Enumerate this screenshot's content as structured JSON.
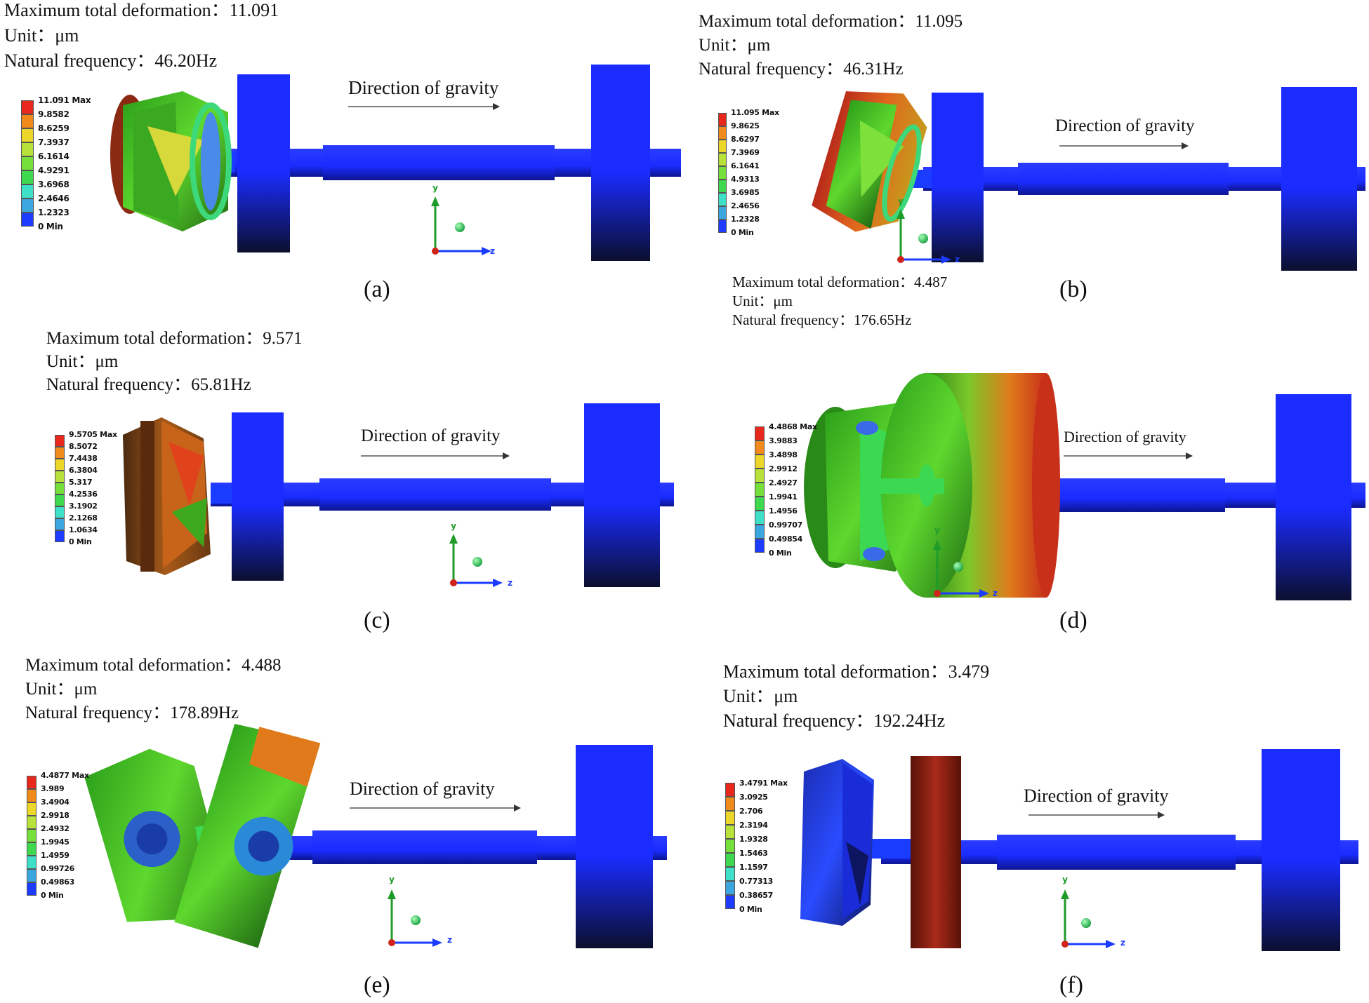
{
  "gravity_label": "Direction of gravity",
  "colors": {
    "shaft": "#1a2cff",
    "legend": [
      "#1e3cff",
      "#3aa7e0",
      "#3fe0c8",
      "#3ed94e",
      "#76e03a",
      "#b8e23a",
      "#ecd62a",
      "#f08a1a",
      "#e8281c"
    ]
  },
  "panels": [
    {
      "caption": "(a)",
      "info": {
        "max": "Maximum total deformation：11.091",
        "unit": "Unit：μm",
        "freq": "Natural frequency：46.20Hz"
      },
      "legend": [
        "11.091 Max",
        "9.8582",
        "8.6259",
        "7.3937",
        "6.1614",
        "4.9291",
        "3.6968",
        "2.4646",
        "1.2323",
        "0 Min"
      ],
      "axes": {
        "y": "y",
        "z": "z"
      }
    },
    {
      "caption": "(b)",
      "info": {
        "max": "Maximum total deformation：11.095",
        "unit": "Unit：μm",
        "freq": "Natural frequency：46.31Hz"
      },
      "legend": [
        "11.095 Max",
        "9.8625",
        "8.6297",
        "7.3969",
        "6.1641",
        "4.9313",
        "3.6985",
        "2.4656",
        "1.2328",
        "0 Min"
      ],
      "axes": {
        "y": "y",
        "z": "z"
      }
    },
    {
      "caption": "(c)",
      "info": {
        "max": "Maximum total deformation：9.571",
        "unit": "Unit：μm",
        "freq": "Natural frequency：65.81Hz"
      },
      "legend": [
        "9.5705 Max",
        "8.5072",
        "7.4438",
        "6.3804",
        "5.317",
        "4.2536",
        "3.1902",
        "2.1268",
        "1.0634",
        "0 Min"
      ],
      "axes": {
        "y": "y",
        "z": "z"
      }
    },
    {
      "caption": "(d)",
      "info": {
        "max": "Maximum total deformation：4.487",
        "unit": "Unit：μm",
        "freq": "Natural frequency：176.65Hz"
      },
      "legend": [
        "4.4868 Max",
        "3.9883",
        "3.4898",
        "2.9912",
        "2.4927",
        "1.9941",
        "1.4956",
        "0.99707",
        "0.49854",
        "0 Min"
      ],
      "axes": {
        "y": "y",
        "z": "z"
      }
    },
    {
      "caption": "(e)",
      "info": {
        "max": "Maximum total deformation：4.488",
        "unit": "Unit：μm",
        "freq": "Natural frequency：178.89Hz"
      },
      "legend": [
        "4.4877 Max",
        "3.989",
        "3.4904",
        "2.9918",
        "2.4932",
        "1.9945",
        "1.4959",
        "0.99726",
        "0.49863",
        "0 Min"
      ],
      "axes": {
        "y": "y",
        "z": "z"
      }
    },
    {
      "caption": "(f)",
      "info": {
        "max": "Maximum total deformation：3.479",
        "unit": "Unit：μm",
        "freq": "Natural frequency：192.24Hz"
      },
      "legend": [
        "3.4791 Max",
        "3.0925",
        "2.706",
        "2.3194",
        "1.9328",
        "1.5463",
        "1.1597",
        "0.77313",
        "0.38657",
        "0 Min"
      ],
      "axes": {
        "y": "y",
        "z": "z"
      }
    }
  ]
}
